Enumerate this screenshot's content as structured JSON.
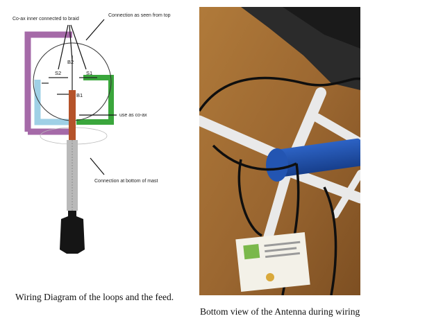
{
  "diagram": {
    "note_coax_inner": "Co-ax inner connected to braid",
    "note_top_view": "Connection as seen from top",
    "note_use_as_coax": "use as co-ax",
    "note_bottom": "Connection at bottom of mast",
    "labels": {
      "b2": "B2",
      "s2": "S2",
      "s1": "S1",
      "b1": "B1"
    },
    "colors": {
      "loop_left": "#a56aa8",
      "loop_right": "#3aa63c",
      "loop_inner": "#9fd0e6",
      "coax": "#b5532a",
      "plug": "#151515"
    }
  },
  "captions": {
    "left": "Wiring Diagram of the loops and the feed.",
    "right": "Bottom view of the Antenna during wiring"
  }
}
